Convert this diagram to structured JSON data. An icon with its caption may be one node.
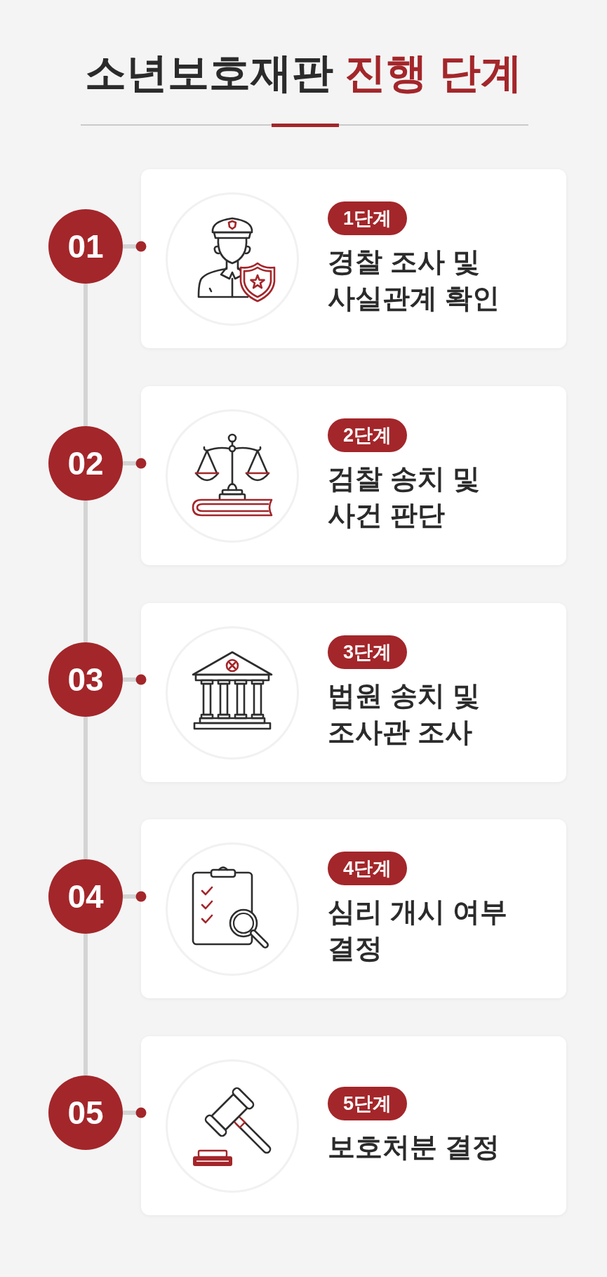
{
  "diagram": {
    "title": "소년보호재판 진행 단계",
    "nodes": [
      {
        "text": [
          "01"
        ]
      },
      {
        "text": [
          "경찰 조사 및 사실관계 확인"
        ]
      },
      {
        "text": [
          "1단계"
        ],
        "in": 1
      },
      {
        "text": [
          "02"
        ]
      },
      {
        "text": [
          "검찰 송치 및 사건 판단"
        ]
      },
      {
        "text": [
          "2단계"
        ],
        "in": 4
      },
      {
        "text": [
          "03"
        ]
      },
      {
        "text": [
          "법원 송치 및 조사관 조사"
        ]
      },
      {
        "text": [
          "3단계"
        ],
        "in": 7
      },
      {
        "text": [
          "04"
        ]
      },
      {
        "text": [
          "심리 개시 여부 결정"
        ]
      },
      {
        "text": [
          "4단계"
        ],
        "in": 10
      },
      {
        "text": [
          "05"
        ]
      },
      {
        "text": [
          "보호처분 결정"
        ]
      },
      {
        "text": [
          "5단계"
        ],
        "in": 13
      }
    ],
    "edges": [
      {
        "from": 0,
        "to": 1,
        "arrow": "other"
      },
      {
        "from": 3,
        "to": 4,
        "arrow": "other"
      },
      {
        "from": 6,
        "to": 7,
        "arrow": "other"
      },
      {
        "from": 9,
        "to": 10,
        "arrow": "other"
      },
      {
        "from": 12,
        "to": 13,
        "arrow": "other"
      },
      {
        "from": 0,
        "to": 3,
        "arrow": "none"
      },
      {
        "from": 3,
        "to": 6,
        "arrow": "none"
      },
      {
        "from": 6,
        "to": 9,
        "arrow": "none"
      },
      {
        "from": 9,
        "to": 12,
        "arrow": "none"
      }
    ]
  }
}
